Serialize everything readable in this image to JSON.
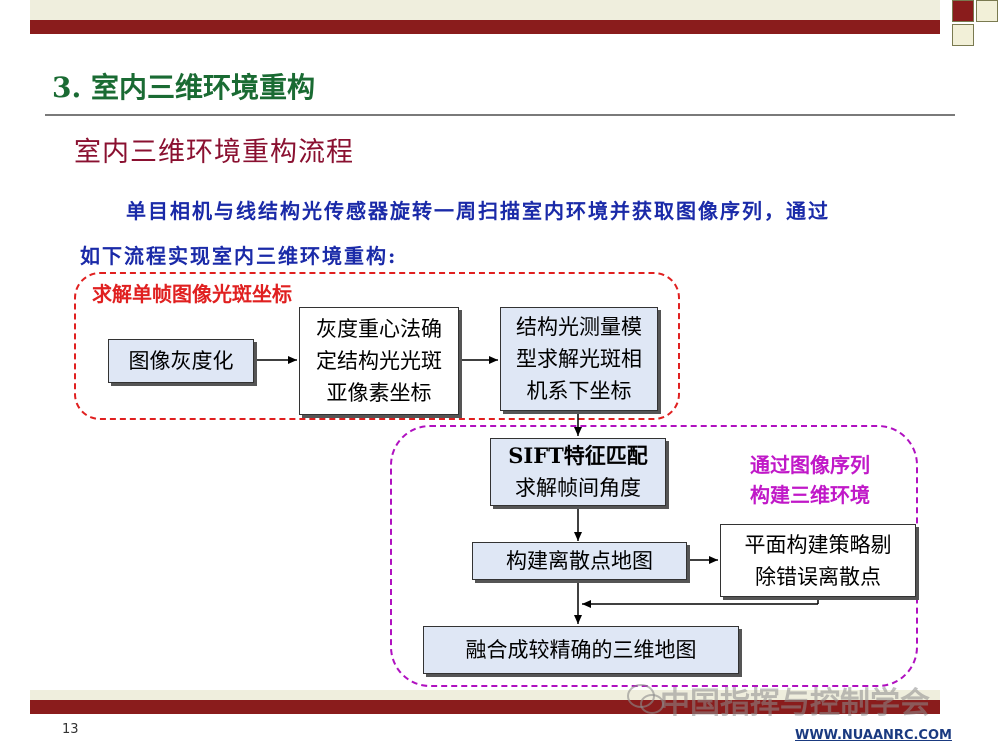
{
  "slide": {
    "title": "3. 室内三维环境重构",
    "subtitle": "室内三维环境重构流程",
    "para_line1": "单目相机与线结构光传感器旋转一周扫描室内环境并获取图像序列，通过",
    "para_line2": "如下流程实现室内三维环境重构:",
    "page_number": "13",
    "footer_url": "WWW.NUAANRC.COM",
    "watermark": "中国指挥与控制学会"
  },
  "groups": {
    "red_label": "求解单帧图像光斑坐标",
    "purple_label_line1": "通过图像序列",
    "purple_label_line2": "构建三维环境"
  },
  "flow": {
    "step1": [
      "图像灰度化"
    ],
    "step2": [
      "灰度重心法确",
      "定结构光光斑",
      "亚像素坐标"
    ],
    "step3": [
      "结构光测量模",
      "型求解光斑相",
      "机系下坐标"
    ],
    "step4": [
      "SIFT特征匹配",
      "求解帧间角度"
    ],
    "step5": [
      "构建离散点地图"
    ],
    "step6": [
      "平面构建策略剔",
      "除错误离散点"
    ],
    "step7": [
      "融合成较精确的三维地图"
    ]
  },
  "colors": {
    "title": "#1a6b33",
    "subtitle": "#8a1030",
    "body_text": "#1a2aa8",
    "red_group": "#e02020",
    "purple_group": "#b010c0",
    "box_fill": "#dfe7f5",
    "bar": "#8a1c1c"
  }
}
